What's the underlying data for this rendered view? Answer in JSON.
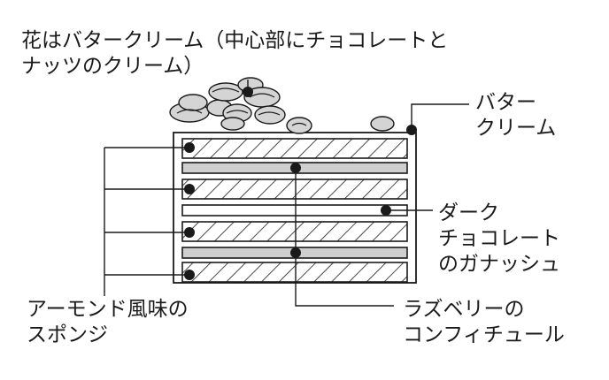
{
  "labels": {
    "flower": "花はバタークリーム（中心部にチョコレートと\nナッツのクリーム）",
    "buttercream": "バター\nクリーム",
    "ganache": "ダーク\nチョコレート\nのガナッシュ",
    "sponge": "アーモンド風味の\nスポンジ",
    "confiture": "ラズベリーの\nコンフィチュール"
  },
  "colors": {
    "line": "#1a1a1a",
    "raspberry_layer": "#cfcfcf",
    "ganache_layer": "#ffffff",
    "cream_fill": "#d4d4d4",
    "background": "#ffffff"
  }
}
